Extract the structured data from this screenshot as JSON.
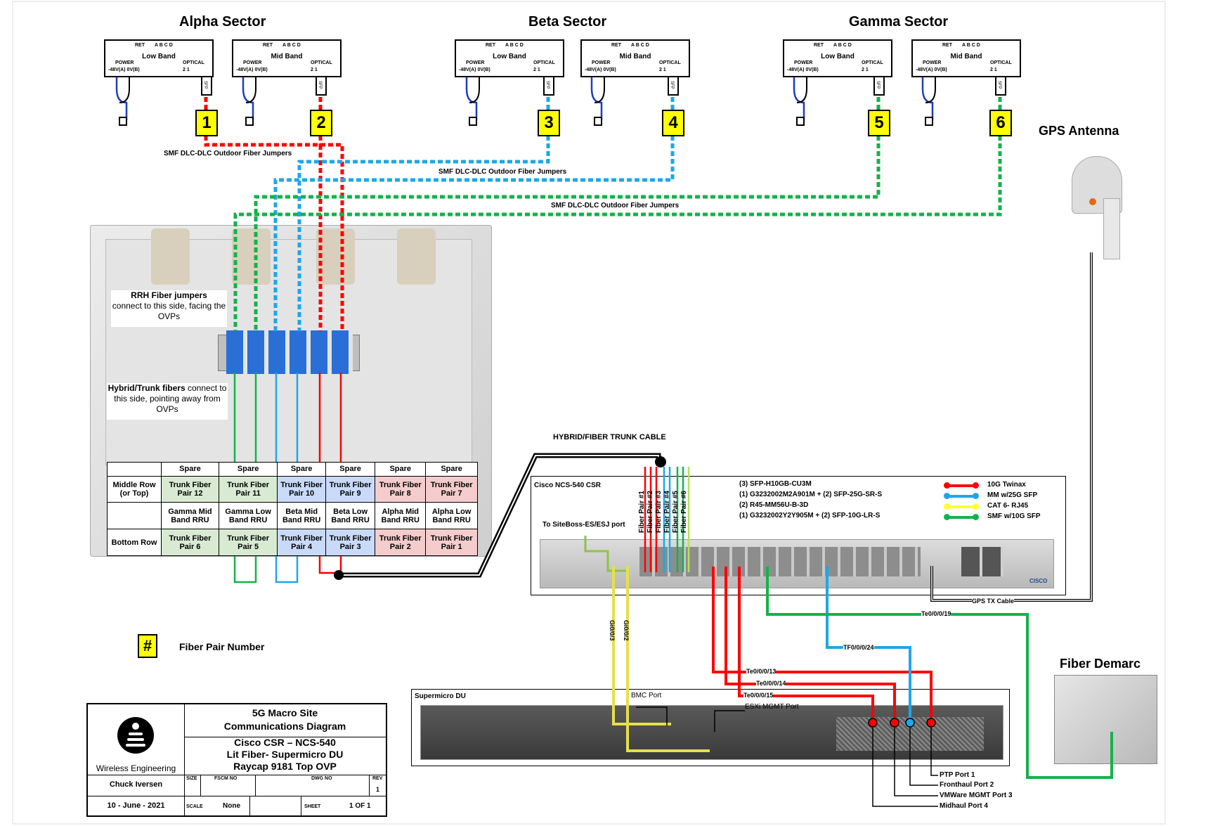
{
  "sectors": [
    {
      "title": "Alpha Sector",
      "radios": [
        {
          "band": "Low Band",
          "number": "1"
        },
        {
          "band": "Mid Band",
          "number": "2"
        }
      ]
    },
    {
      "title": "Beta Sector",
      "radios": [
        {
          "band": "Low Band",
          "number": "3"
        },
        {
          "band": "Mid Band",
          "number": "4"
        }
      ]
    },
    {
      "title": "Gamma Sector",
      "radios": [
        {
          "band": "Low Band",
          "number": "5"
        },
        {
          "band": "Mid Band",
          "number": "6"
        }
      ]
    }
  ],
  "radio_labels": {
    "ret": "RET",
    "ports": "A  B  C  D",
    "power": "POWER",
    "power_ports": "-48V(A) 0V(B)",
    "optical": "OPTICAL",
    "optical_ports": "2      1",
    "sfp": "SFP"
  },
  "jumper_labels": [
    "SMF DLC-DLC Outdoor Fiber Jumpers",
    "SMF DLC-DLC Outdoor Fiber Jumpers",
    "SMF DLC-DLC Outdoor Fiber Jumpers"
  ],
  "gps": {
    "title": "GPS Antenna",
    "cable": "GPS TX Cable"
  },
  "ovp_notes": {
    "rrh": {
      "bold": "RRH Fiber jumpers",
      "text": "connect to this side,  facing the OVPs"
    },
    "trunk": {
      "bold": "Hybrid/Trunk fibers",
      "text": "connect to this side, pointing away from OVPs"
    }
  },
  "fiber_table": {
    "header": [
      "",
      "Spare",
      "Spare",
      "Spare",
      "Spare",
      "Spare",
      "Spare"
    ],
    "rows": [
      [
        "Middle Row (or Top)",
        "Trunk Fiber Pair 12",
        "Trunk Fiber Pair  11",
        "Trunk Fiber Pair 10",
        "Trunk Fiber Pair  9",
        "Trunk Fiber Pair 8",
        "Trunk Fiber Pair 7"
      ],
      [
        "",
        "Gamma Mid Band RRU",
        "Gamma Low Band RRU",
        "Beta Mid Band RRU",
        "Beta Low Band RRU",
        "Alpha Mid Band RRU",
        "Alpha Low Band RRU"
      ],
      [
        "Bottom Row",
        "Trunk Fiber Pair 6",
        "Trunk Fiber Pair  5",
        "Trunk Fiber Pair 4",
        "Trunk Fiber Pair  3",
        "Trunk Fiber Pair 2",
        "Trunk Fiber Pair 1"
      ]
    ]
  },
  "trunk_cable_label": "HYBRID/FIBER TRUNK CABLE",
  "csr": {
    "title": "Cisco NCS-540 CSR",
    "fiber_pairs": [
      "Fiber Pair #1",
      "Fiber Pair #2",
      "Fiber Pair #3",
      "Fiber Pair #4",
      "Fiber Pair #5",
      "Fiber Pair #6"
    ],
    "parts": [
      "(3) SFP-H10GB-CU3M",
      "(1) G3232002M2A901M + (2) SFP-25G-SR-S",
      "(2) R45-MM56U-B-3D",
      "(1) G3232002Y2Y905M + (2) SFP-10G-LR-S"
    ],
    "siteboss": "To SiteBoss-ES/ESJ port",
    "brand": "CISCO"
  },
  "legend": [
    {
      "label": "10G Twinax",
      "color": "#ff0000"
    },
    {
      "label": "MM w/25G SFP",
      "color": "#1ea7e8"
    },
    {
      "label": "CAT 6- RJ45",
      "color": "#ffff33"
    },
    {
      "label": "SMF w/10G SFP",
      "color": "#14b24a"
    }
  ],
  "port_labels": {
    "gi3": "Gi0/0/3",
    "gi2": "Gi0/0/2",
    "te19": "Te0/0/0/19",
    "tf24": "TF0/0/0/24",
    "te13": "Te0/0/0/13",
    "te14": "Te0/0/0/14",
    "te15": "Te0/0/0/15"
  },
  "du": {
    "title": "Supermicro DU",
    "bmc": "BMC Port",
    "esxi": "ESXi MGMT Port",
    "ports": [
      "PTP Port 1",
      "Fronthaul Port 2",
      "VMWare MGMT Port 3",
      "Midhaul Port 4"
    ]
  },
  "fiber_demarc": "Fiber Demarc",
  "key": {
    "symbol": "#",
    "label": "Fiber Pair Number"
  },
  "title_block": {
    "company": "Wireless Engineering",
    "line1": "5G Macro Site",
    "line2": "Communications Diagram",
    "line3": "Cisco CSR – NCS-540",
    "line4": "Lit Fiber- Supermicro DU",
    "line5": "Raycap 9181 Top OVP",
    "author": "Chuck Iversen",
    "date": "10 - June - 2021",
    "size_label": "SIZE",
    "fscm_label": "FSCM NO",
    "dwg_label": "DWG NO",
    "rev_label": "REV",
    "rev": "1",
    "scale_label": "SCALE",
    "scale": "None",
    "sheet_label": "SHEET",
    "sheet": "1 OF 1"
  }
}
